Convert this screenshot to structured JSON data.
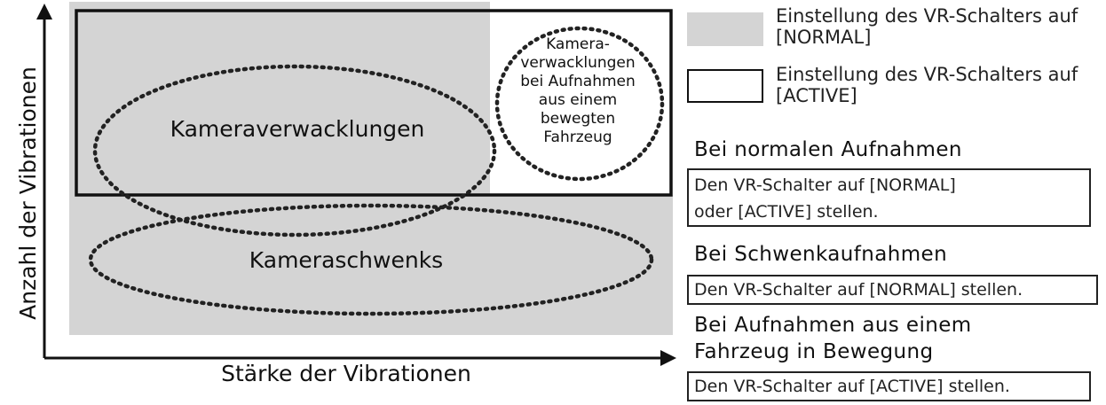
{
  "axes": {
    "y_label": "Anzahl der Vibrationen",
    "x_label": "Stärke der Vibrationen"
  },
  "regions": {
    "normal_color": "#d4d4d4",
    "active_border_color": "#111111"
  },
  "ovals": {
    "camera_shake": "Kameraverwacklungen",
    "camera_pan": "Kameraschwenks",
    "vehicle": "Kamera-\nverwacklungen\nbei Aufnahmen\naus einem\nbewegten\nFahrzeug"
  },
  "legend": {
    "normal": "Einstellung des VR-Schalters auf\n[NORMAL]",
    "active": "Einstellung des VR-Schalters auf\n[ACTIVE]"
  },
  "recommendations": [
    {
      "heading": "Bei normalen Aufnahmen",
      "text": "Den VR-Schalter auf [NORMAL]\noder [ACTIVE] stellen."
    },
    {
      "heading": "Bei Schwenkaufnahmen",
      "text": "Den VR-Schalter auf [NORMAL] stellen."
    },
    {
      "heading": "Bei Aufnahmen aus einem\nFahrzeug in Bewegung",
      "text": "Den VR-Schalter auf [ACTIVE] stellen."
    }
  ]
}
